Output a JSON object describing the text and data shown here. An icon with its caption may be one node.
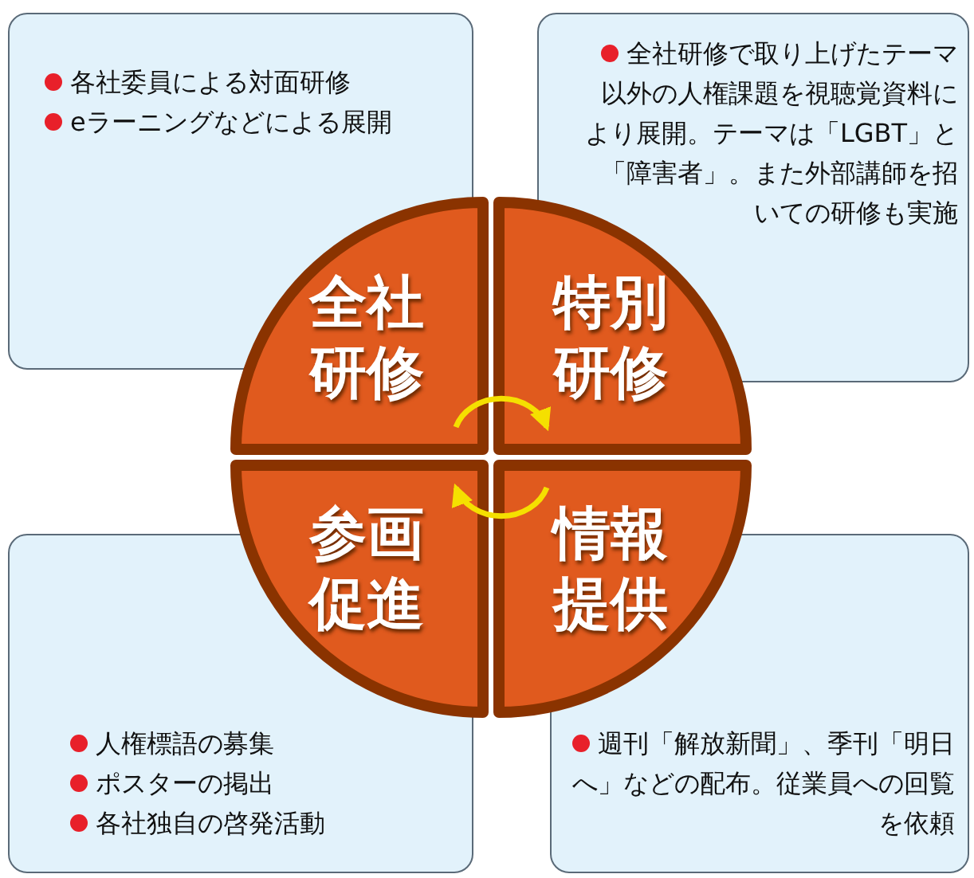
{
  "diagram": {
    "nodes": [
      {
        "text": [
          "各社委員による対面研修",
          "eラーニングなどによる展開"
        ]
      },
      {
        "text": [
          "全社研修で取り上げたテーマ以外の人権課題を視聴覚資料により展開。テーマは「LGBT」と「障害者」。また外部講師を招いての研修も実施"
        ]
      },
      {
        "text": [
          "全社研修"
        ]
      },
      {
        "text": [
          "特別研修"
        ]
      },
      {
        "text": [
          "参画促進"
        ]
      },
      {
        "text": [
          "情報提供"
        ]
      },
      {
        "text": [
          "人権標語の募集",
          "ポスターの掲出",
          "各社独自の啓発活動"
        ]
      },
      {
        "text": [
          "週刊「解放新聞」、季刊「明日へ」などの配布。従業員への回覧を依頼"
        ]
      }
    ],
    "edges": [
      {
        "from": 2,
        "to": 3,
        "arrow": "to",
        "color": "#f5e000"
      },
      {
        "from": 5,
        "to": 4,
        "arrow": "to",
        "color": "#f5e000"
      }
    ]
  }
}
